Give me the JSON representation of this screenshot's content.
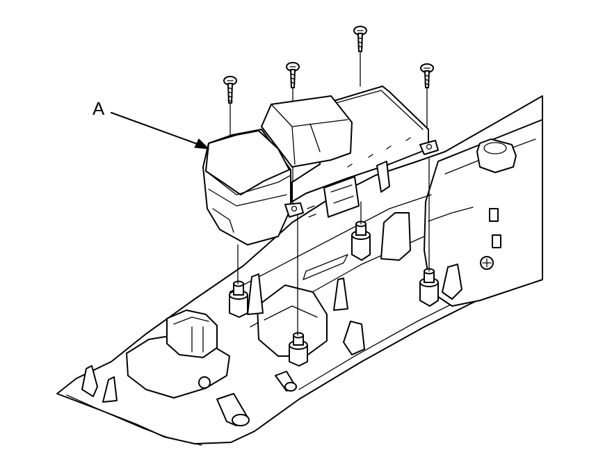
{
  "diagram": {
    "callout": {
      "label": "A",
      "target": "power-window-switch-assembly"
    },
    "parts": {
      "screws": [
        "screw",
        "screw",
        "screw",
        "screw"
      ],
      "switch_assembly": "switch-assembly",
      "trim_panel": "armrest-trim-panel"
    }
  }
}
